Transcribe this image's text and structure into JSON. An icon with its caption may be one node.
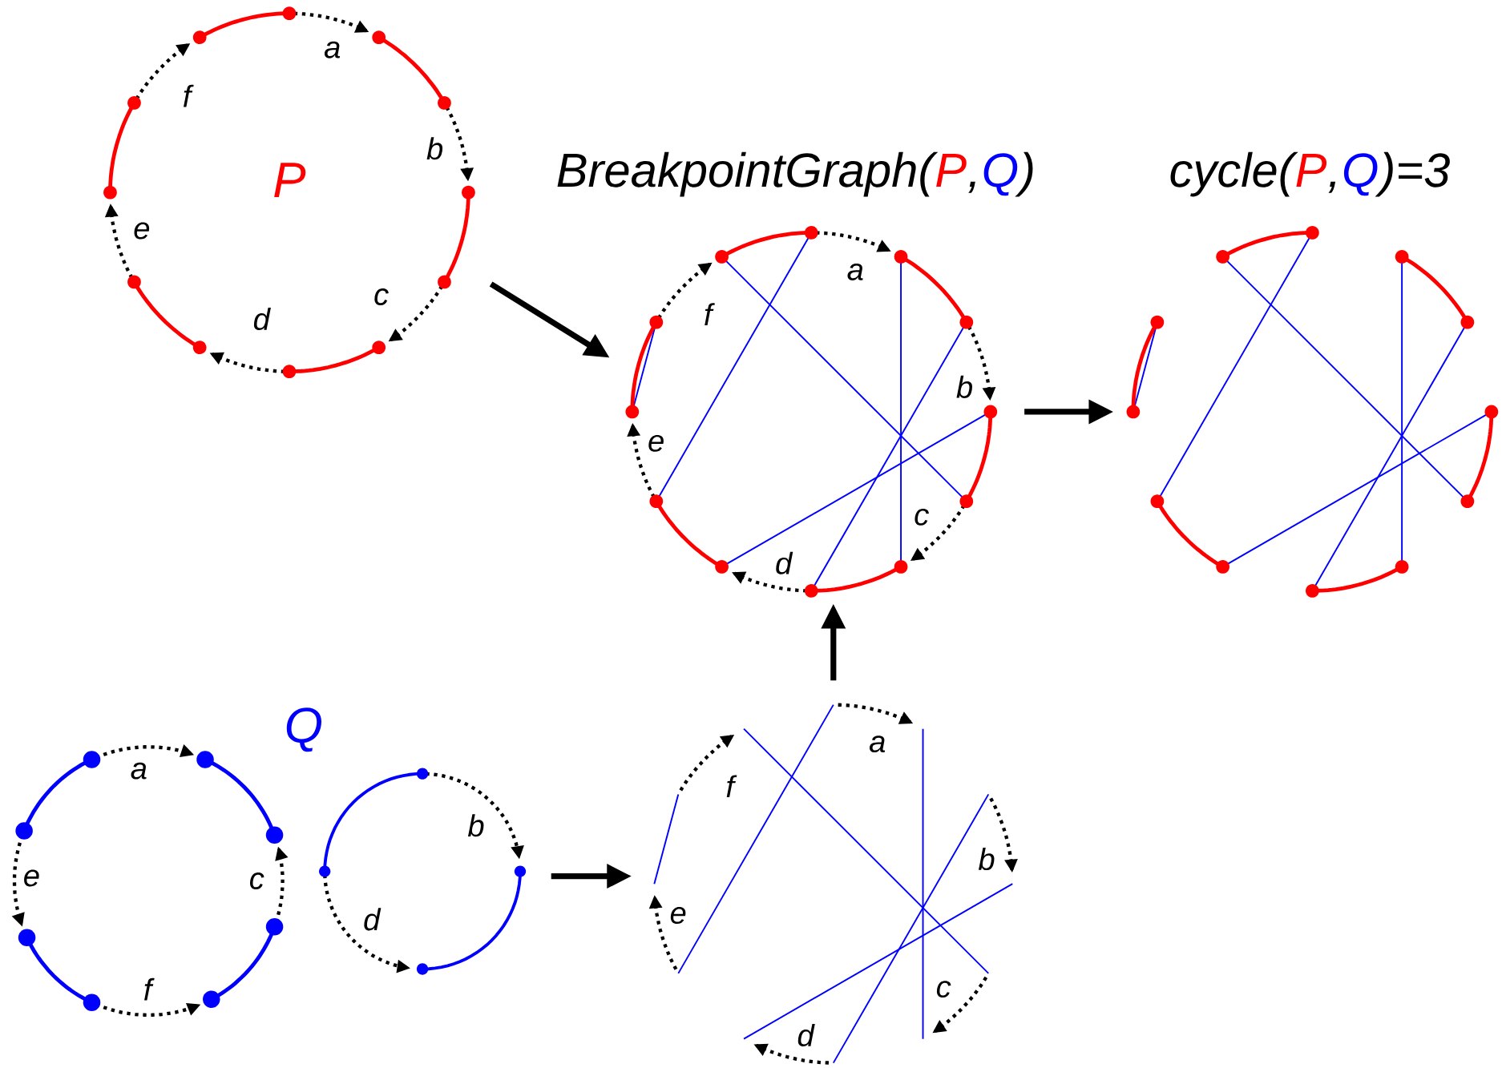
{
  "diagram": {
    "nodes": [
      {
        "text": [
          "P",
          "a",
          "b",
          "c",
          "d",
          "e",
          "f"
        ]
      },
      {
        "text": [
          "BreakpointGraph(",
          "P",
          ",",
          "Q",
          ")",
          "a",
          "b",
          "c",
          "d",
          "e",
          "f"
        ]
      },
      {
        "text": [
          "cycle(",
          "P",
          ",",
          "Q",
          ")=3"
        ]
      },
      {
        "text": [
          "Q",
          "a",
          "b",
          "c",
          "d",
          "e",
          "f"
        ]
      },
      {
        "text": [
          "a",
          "b",
          "c",
          "d",
          "e",
          "f"
        ]
      }
    ],
    "edges": [
      {
        "from": 0,
        "to": 1,
        "arrow": "to"
      },
      {
        "from": 1,
        "to": 2,
        "arrow": "to"
      },
      {
        "from": 3,
        "to": 4,
        "arrow": "to"
      },
      {
        "from": 4,
        "to": 1,
        "arrow": "to"
      }
    ]
  }
}
